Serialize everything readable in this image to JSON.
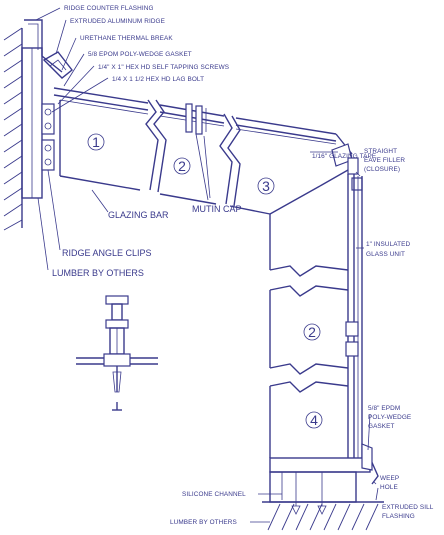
{
  "labels": {
    "ridge_counter_flashing": "RIDGE COUNTER FLASHING",
    "extruded_aluminum_ridge": "EXTRUDED ALUMINUM RIDGE",
    "urethane_thermal_break": "URETHANE THERMAL BREAK",
    "epdm_gasket_top": "5/8 EPOM POLY-WEDGE GASKET",
    "hex_screws": "1/4\" X 1\" HEX HD SELF TAPPING SCREWS",
    "lag_bolt": "1/4 X 1 1/2 HEX HD LAG BOLT",
    "glazing_tape": "1/16\" GLAZING TAPE",
    "eave_filler_1": "STRAIGHT",
    "eave_filler_2": "EAVE FILLER",
    "eave_filler_3": "(CLOSURE)",
    "glazing_bar": "GLAZING BAR",
    "mutin_cap": "MUTIN CAP",
    "ridge_angle_clips": "RIDGE ANGLE CLIPS",
    "lumber_top": "LUMBER BY OTHERS",
    "insulated_glass_1": "1\" INSULATED",
    "insulated_glass_2": "GLASS UNIT",
    "epdm_side_1": "5/8\" EPDM",
    "epdm_side_2": "POLY-WEDGE",
    "epdm_side_3": "GASKET",
    "weep_hole_1": "WEEP",
    "weep_hole_2": "HOLE",
    "silicone_channel": "SILICONE CHANNEL",
    "lumber_bottom": "LUMBER BY OTHERS",
    "sill_flashing_1": "EXTRUDED SILL",
    "sill_flashing_2": "FLASHING"
  },
  "section_numbers": {
    "s1": "1",
    "s2_roof": "2",
    "s3": "3",
    "s2_wall": "2",
    "s4": "4"
  }
}
